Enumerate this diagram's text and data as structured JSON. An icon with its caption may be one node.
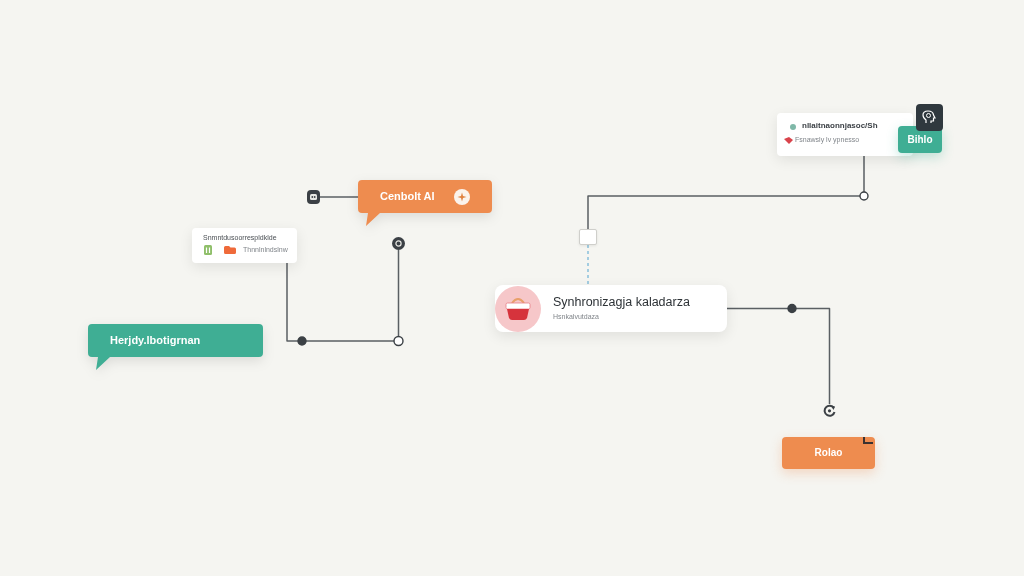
{
  "diagram": {
    "nodes": [
      {
        "text": [
          "nllaitnaonnjasoc/Sh",
          "Fsnawsly lv ypnesso"
        ]
      },
      {
        "text": [
          "Bihlo"
        ]
      },
      {
        "text": [],
        "shape": "picture"
      },
      {
        "text": [
          "Cenbolt AI"
        ]
      },
      {
        "text": [
          "Snmntdusoorrespldklde",
          "Thnnlnlndslnw"
        ]
      },
      {
        "text": [],
        "shape": "picture"
      },
      {
        "text": [],
        "shape": "box"
      },
      {
        "text": [
          "Synhronizagja kaladarza",
          "Hsnkalvutdaza"
        ]
      },
      {
        "text": [
          "Herjdy.lbotigrnan"
        ]
      },
      {
        "text": [],
        "shape": "picture"
      },
      {
        "text": [
          "Rolao"
        ]
      }
    ],
    "edges": [
      {
        "from": 2,
        "to": 3,
        "arrow": "none"
      },
      {
        "from": 4,
        "to": 5,
        "arrow": "none"
      },
      {
        "from": 0,
        "to": 6,
        "arrow": "none"
      },
      {
        "from": 6,
        "to": 7,
        "arrow": "none",
        "style": "dashed",
        "color": "#8fc3dd"
      },
      {
        "from": 7,
        "to": 9,
        "arrow": "none"
      }
    ]
  }
}
